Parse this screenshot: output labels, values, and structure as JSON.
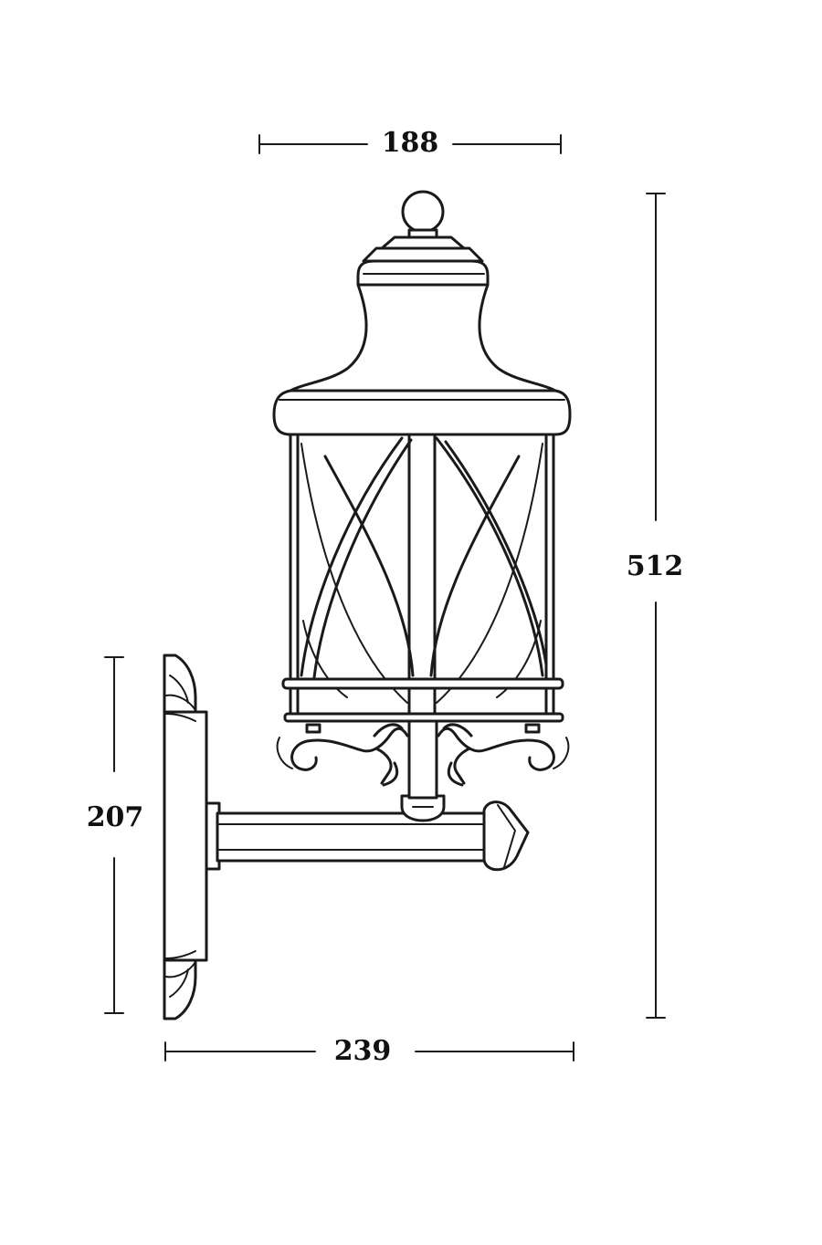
{
  "dimensions": {
    "top_width": "188",
    "total_height": "512",
    "plate_height": "207",
    "projection": "239"
  },
  "colors": {
    "line": "#1a1a1a",
    "background": "#ffffff"
  }
}
